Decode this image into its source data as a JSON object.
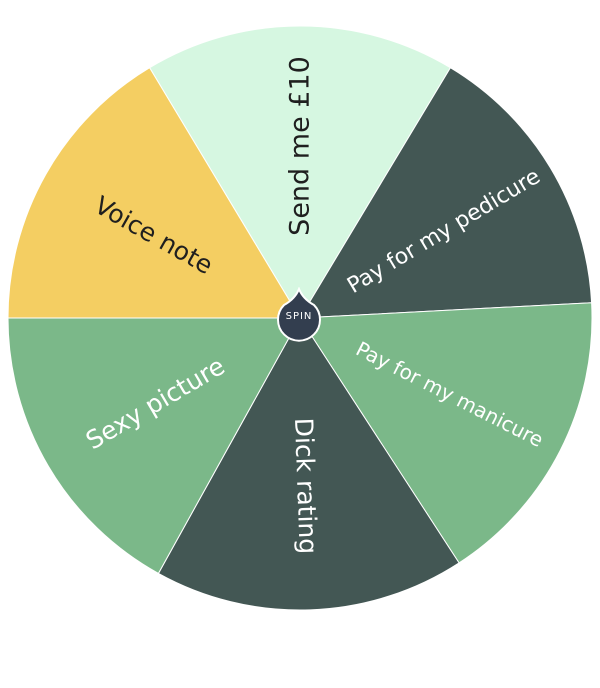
{
  "wheel": {
    "segments": [
      {
        "label": "Send me £10",
        "color": "#d6f7e1",
        "text_color": "#1f1f1f"
      },
      {
        "label": "Pay for my pedicure",
        "color": "#435754",
        "text_color": "#ffffff"
      },
      {
        "label": "Pay for my manicure",
        "color": "#7bb889",
        "text_color": "#ffffff"
      },
      {
        "label": "Dick rating",
        "color": "#435754",
        "text_color": "#ffffff"
      },
      {
        "label": "Sexy picture",
        "color": "#7bb889",
        "text_color": "#ffffff"
      },
      {
        "label": "Voice note",
        "color": "#f4ce62",
        "text_color": "#1f1f1f"
      }
    ],
    "spin_label": "SPIN",
    "spin_color": "#333e4f"
  }
}
